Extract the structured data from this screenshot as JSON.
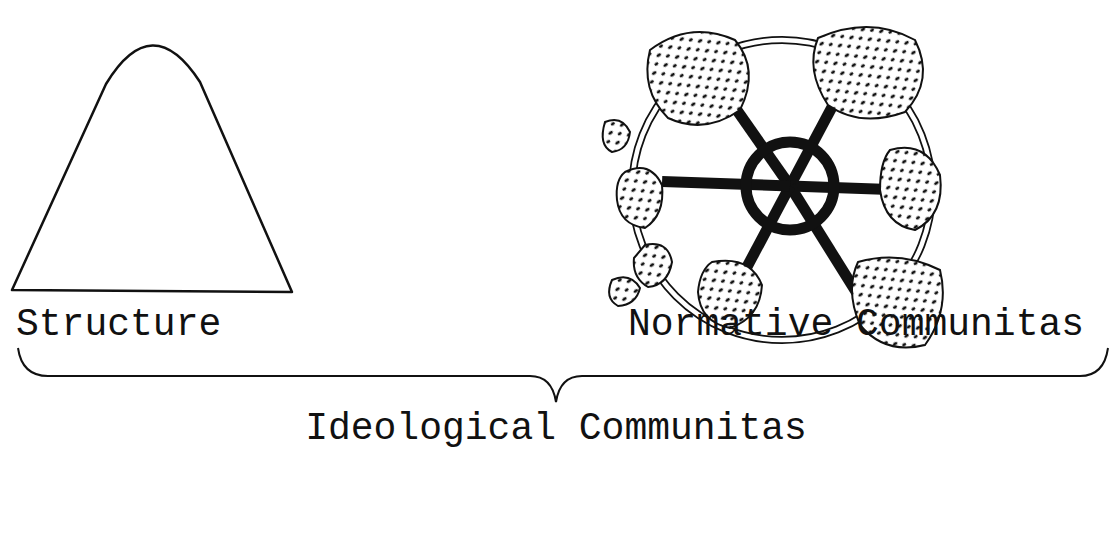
{
  "diagram": {
    "labels": [
      "Structure",
      "Normative Communitas",
      "Ideological Communitas"
    ]
  }
}
